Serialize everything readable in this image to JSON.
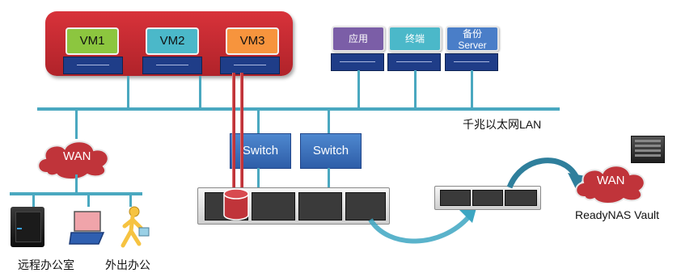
{
  "vms": [
    {
      "label": "VM1",
      "color": "#8cc63f"
    },
    {
      "label": "VM2",
      "color": "#4bb8c9"
    },
    {
      "label": "VM3",
      "color": "#f7943d"
    }
  ],
  "servers": [
    {
      "line1": "应用",
      "line2": ""
    },
    {
      "line1": "终端",
      "line2": ""
    },
    {
      "line1": "备份",
      "line2": "Server"
    }
  ],
  "server_color": "#7b5ea7",
  "lan_label": "千兆以太网LAN",
  "switches": [
    "Switch",
    "Switch"
  ],
  "wan_left": "WAN",
  "wan_right": "WAN",
  "vault_label": "ReadyNAS Vault",
  "remote_office": "远程办公室",
  "mobile_worker": "外出办公",
  "colors": {
    "host_red": "#c8282e",
    "network_line": "#4aa8c0",
    "wan_cloud": "#c0343a",
    "arc": "#3da6c2"
  }
}
